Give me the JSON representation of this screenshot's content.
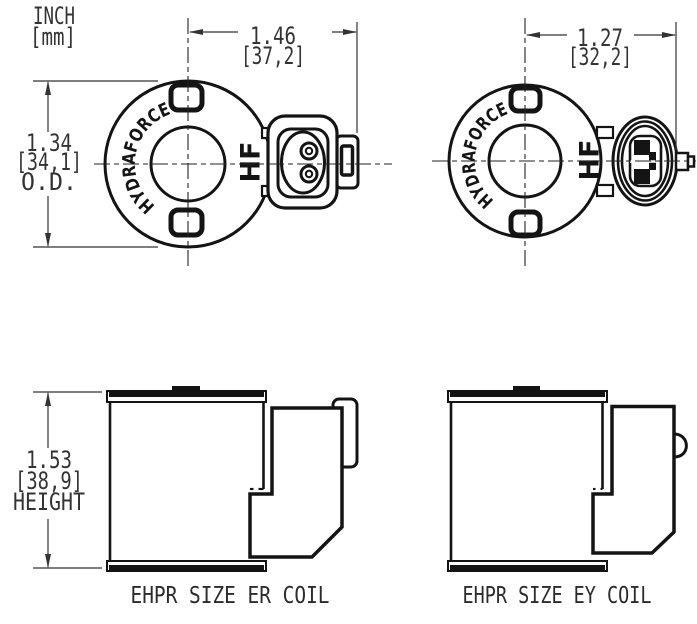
{
  "drawing": {
    "units": {
      "primary": "INCH",
      "secondary": "[mm]"
    },
    "brand": {
      "ring_text": "HYDRAFORCE",
      "logo_text": "HF"
    },
    "dimensions": {
      "er_width": {
        "inch": "1.46",
        "mm": "[37,2]"
      },
      "ey_width": {
        "inch": "1.27",
        "mm": "[32,2]"
      },
      "od": {
        "inch": "1.34",
        "mm": "[34,1]",
        "suffix": "O.D."
      },
      "height": {
        "inch": "1.53",
        "mm": "[38,9]",
        "suffix": "HEIGHT"
      }
    },
    "labels": {
      "er_side": "EHPR SIZE ER COIL",
      "ey_side": "EHPR SIZE EY COIL"
    }
  }
}
